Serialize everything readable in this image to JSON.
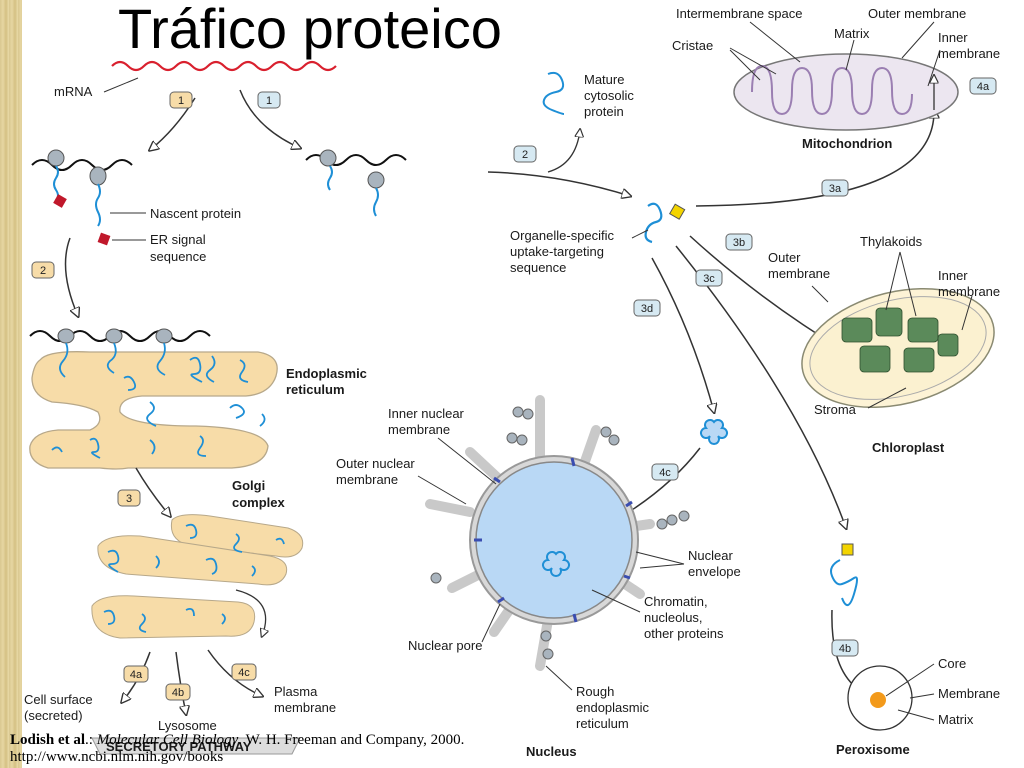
{
  "title": "Tráfico proteico",
  "labels": {
    "mrna": "mRNA",
    "nascent": "Nascent protein",
    "er_signal_1": "ER signal",
    "er_signal_2": "sequence",
    "er_1": "Endoplasmic",
    "er_2": "reticulum",
    "golgi_1": "Golgi",
    "golgi_2": "complex",
    "cell_surface_1": "Cell surface",
    "cell_surface_2": "(secreted)",
    "lysosome": "Lysosome",
    "plasma_1": "Plasma",
    "plasma_2": "membrane",
    "secretory": "SECRETORY PATHWAY",
    "mature_1": "Mature",
    "mature_2": "cytosolic",
    "mature_3": "protein",
    "organelle_1": "Organelle-specific",
    "organelle_2": "uptake-targeting",
    "organelle_3": "sequence",
    "intermembrane": "Intermembrane space",
    "outer_mem_mito": "Outer membrane",
    "matrix_mito": "Matrix",
    "cristae": "Cristae",
    "inner_mito_1": "Inner",
    "inner_mito_2": "membrane",
    "mitochondrion": "Mitochondrion",
    "thylakoids": "Thylakoids",
    "outer_chloro_1": "Outer",
    "outer_chloro_2": "membrane",
    "inner_chloro_1": "Inner",
    "inner_chloro_2": "membrane",
    "stroma": "Stroma",
    "chloroplast": "Chloroplast",
    "inner_nuclear_1": "Inner nuclear",
    "inner_nuclear_2": "membrane",
    "outer_nuclear_1": "Outer nuclear",
    "outer_nuclear_2": "membrane",
    "nuclear_env_1": "Nuclear",
    "nuclear_env_2": "envelope",
    "chromatin_1": "Chromatin,",
    "chromatin_2": "nucleolus,",
    "chromatin_3": "other proteins",
    "nuclear_pore": "Nuclear pore",
    "rough_er_1": "Rough",
    "rough_er_2": "endoplasmic",
    "rough_er_3": "reticulum",
    "nucleus": "Nucleus",
    "core": "Core",
    "membrane_perox": "Membrane",
    "matrix_perox": "Matrix",
    "peroxisome": "Peroxisome"
  },
  "steps": {
    "s1_er": "1",
    "s1_cyto": "1",
    "s2_er": "2",
    "s2_cyto": "2",
    "s3_golgi": "3",
    "s4a_sec": "4a",
    "s4b_sec": "4b",
    "s4c_sec": "4c",
    "s3a": "3a",
    "s3b": "3b",
    "s3c": "3c",
    "s3d": "3d",
    "s4a_mito": "4a",
    "s4b_perox": "4b",
    "s4c_nuc": "4c"
  },
  "citation": {
    "author": "Lodish et al",
    "book": "Molecular Cell Biology",
    "publisher": "W. H. Freeman and Company, 2000.",
    "url": "http://www.ncbi.nlm.nih.gov/books"
  },
  "colors": {
    "protein": "#1e8fd6",
    "er_fill": "#f7dca8",
    "nucleus_fill": "#b9d8f5",
    "mito_fill": "#ece6f0",
    "thylakoid": "#5b8a5a",
    "signal_red": "#c0182b",
    "signal_yellow": "#f3d400",
    "core_orange": "#f39a1b",
    "mrna_red": "#d9202e"
  }
}
